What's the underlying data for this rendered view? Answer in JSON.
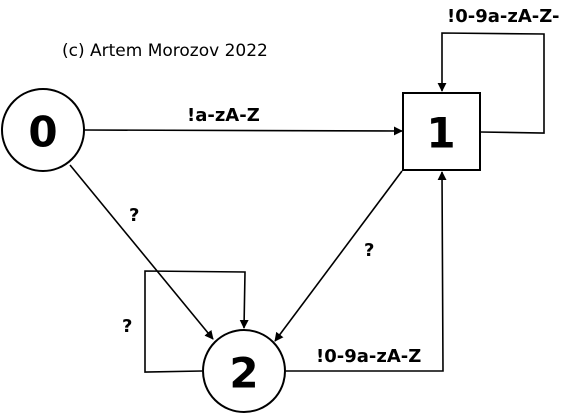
{
  "copyright": "(c) Artem Morozov 2022",
  "nodes": {
    "state_0": {
      "label": "0",
      "shape": "circle"
    },
    "state_1": {
      "label": "1",
      "shape": "square"
    },
    "state_2": {
      "label": "2",
      "shape": "circle"
    }
  },
  "edges": {
    "e_0_1": {
      "from": "0",
      "to": "1",
      "label": "!a-zA-Z"
    },
    "e_0_2": {
      "from": "0",
      "to": "2",
      "label": "?"
    },
    "e_1_1": {
      "from": "1",
      "to": "1",
      "label": "!0-9a-zA-Z-"
    },
    "e_1_2": {
      "from": "1",
      "to": "2",
      "label": "?"
    },
    "e_2_1": {
      "from": "2",
      "to": "1",
      "label": "!0-9a-zA-Z"
    },
    "e_2_2": {
      "from": "2",
      "to": "2",
      "label": "?"
    }
  },
  "colors": {
    "stroke": "#000000",
    "fill": "#ffffff",
    "text": "#000000"
  }
}
